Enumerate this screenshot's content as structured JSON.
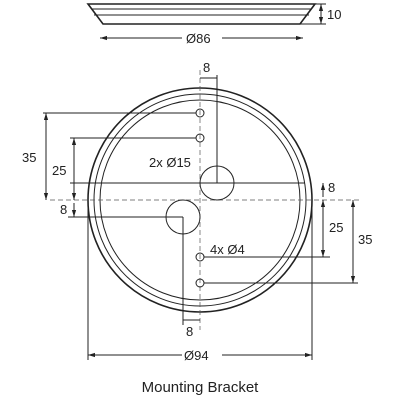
{
  "drawing": {
    "caption": "Mounting Bracket",
    "dimensions": {
      "top_height": "10",
      "top_diameter": "Ø86",
      "top_offset": "8",
      "left_outer": "35",
      "left_inner": "25",
      "left_small": "8",
      "right_small": "8",
      "right_inner": "25",
      "right_outer": "35",
      "large_holes": "2x Ø15",
      "small_holes": "4x Ø4",
      "bottom_offset": "8",
      "bottom_diameter": "Ø94"
    }
  }
}
